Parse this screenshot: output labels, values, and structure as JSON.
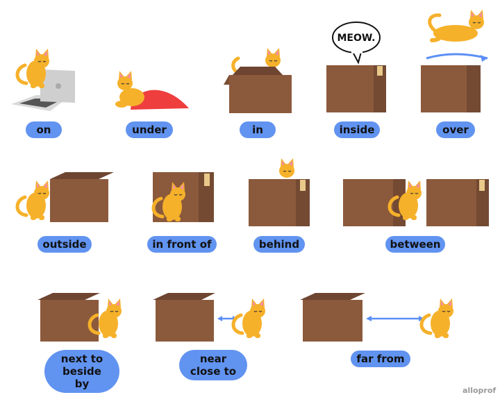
{
  "labels": {
    "on": "on",
    "under": "under",
    "in": "in",
    "inside": "inside",
    "over": "over",
    "outside": "outside",
    "in_front_of": "in front of",
    "behind": "behind",
    "between": "between",
    "next_to_lines": [
      "next to",
      "beside",
      "by"
    ],
    "near_lines": [
      "near",
      "close to"
    ],
    "far_from": "far from"
  },
  "speech_bubble": "MEOW.",
  "brand": "alloprof",
  "colors": {
    "pill": "#6193f0",
    "box": "#8b5a3c",
    "box_dark": "#6e4530",
    "tape": "#e8c98a",
    "cat": "#f6b12b",
    "cat_ear": "#f28fa0",
    "blanket": "#ef3e3e",
    "arrow": "#5b8ff5"
  }
}
